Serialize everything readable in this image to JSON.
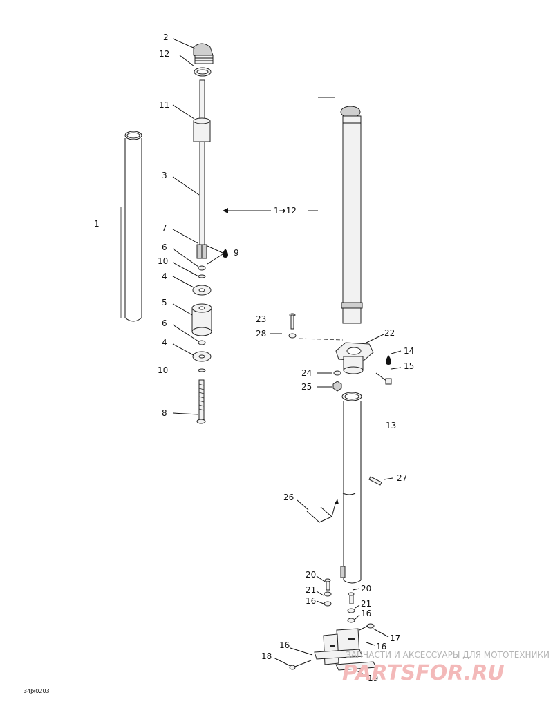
{
  "diagram": {
    "callouts": [
      {
        "id": "c2",
        "text": "2"
      },
      {
        "id": "c12",
        "text": "12"
      },
      {
        "id": "c11",
        "text": "11"
      },
      {
        "id": "c3",
        "text": "3"
      },
      {
        "id": "c1",
        "text": "1"
      },
      {
        "id": "c1to12",
        "text": "1➔12"
      },
      {
        "id": "c7",
        "text": "7"
      },
      {
        "id": "c6a",
        "text": "6"
      },
      {
        "id": "c9",
        "text": "9"
      },
      {
        "id": "c10a",
        "text": "10"
      },
      {
        "id": "c4a",
        "text": "4"
      },
      {
        "id": "c5",
        "text": "5"
      },
      {
        "id": "c6b",
        "text": "6"
      },
      {
        "id": "c4b",
        "text": "4"
      },
      {
        "id": "c10b",
        "text": "10"
      },
      {
        "id": "c8",
        "text": "8"
      },
      {
        "id": "c23",
        "text": "23"
      },
      {
        "id": "c28",
        "text": "28"
      },
      {
        "id": "c22",
        "text": "22"
      },
      {
        "id": "c14",
        "text": "14"
      },
      {
        "id": "c15",
        "text": "15"
      },
      {
        "id": "c24",
        "text": "24"
      },
      {
        "id": "c25",
        "text": "25"
      },
      {
        "id": "c13",
        "text": "13"
      },
      {
        "id": "c27",
        "text": "27"
      },
      {
        "id": "c26",
        "text": "26"
      },
      {
        "id": "c20a",
        "text": "20"
      },
      {
        "id": "c20b",
        "text": "20"
      },
      {
        "id": "c21a",
        "text": "21"
      },
      {
        "id": "c21b",
        "text": "21"
      },
      {
        "id": "c16a",
        "text": "16"
      },
      {
        "id": "c16b",
        "text": "16"
      },
      {
        "id": "c16c",
        "text": "16"
      },
      {
        "id": "c16d",
        "text": "16"
      },
      {
        "id": "c17",
        "text": "17"
      },
      {
        "id": "c18",
        "text": "18"
      },
      {
        "id": "c19",
        "text": "19"
      }
    ],
    "drawing_code": "34Jx0203"
  },
  "watermark": {
    "tagline": "ЗАПЧАСТИ И АКСЕССУАРЫ ДЛЯ МОТОТЕХНИКИ",
    "logo": "PARTSFOR.RU"
  },
  "colors": {
    "line": "#111111",
    "watermark_text": "#b5b5b5",
    "watermark_logo": "#f3b9b9"
  }
}
